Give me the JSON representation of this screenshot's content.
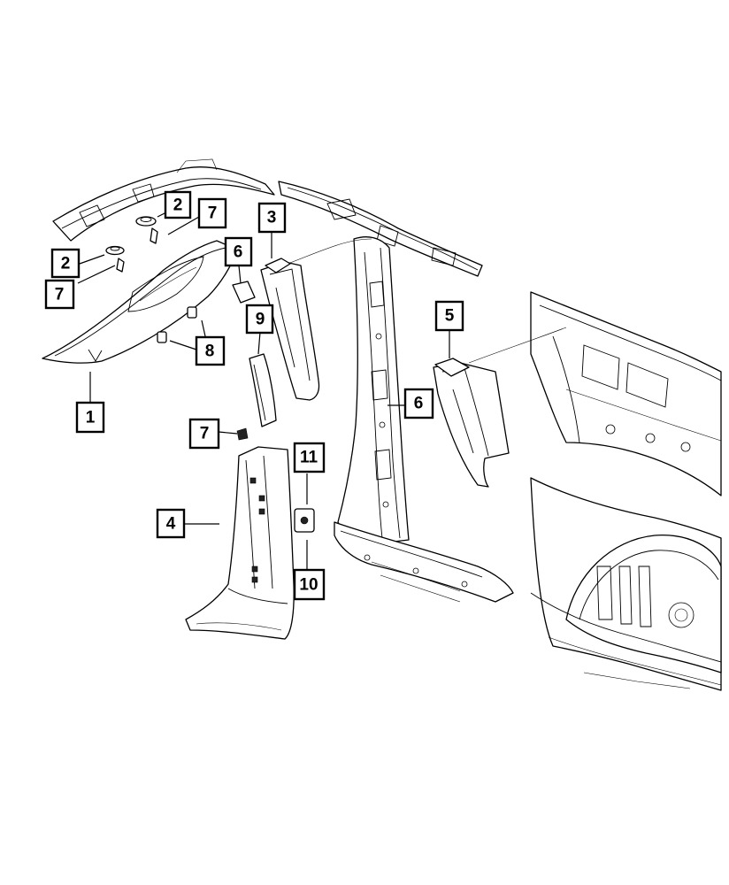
{
  "callouts": [
    {
      "id": "c1",
      "label": "1"
    },
    {
      "id": "c2a",
      "label": "2"
    },
    {
      "id": "c2b",
      "label": "2"
    },
    {
      "id": "c3",
      "label": "3"
    },
    {
      "id": "c4",
      "label": "4"
    },
    {
      "id": "c5",
      "label": "5"
    },
    {
      "id": "c6a",
      "label": "6"
    },
    {
      "id": "c6b",
      "label": "6"
    },
    {
      "id": "c7a",
      "label": "7"
    },
    {
      "id": "c7b",
      "label": "7"
    },
    {
      "id": "c7c",
      "label": "7"
    },
    {
      "id": "c8",
      "label": "8"
    },
    {
      "id": "c9",
      "label": "9"
    },
    {
      "id": "c10",
      "label": "10"
    },
    {
      "id": "c11",
      "label": "11"
    }
  ]
}
